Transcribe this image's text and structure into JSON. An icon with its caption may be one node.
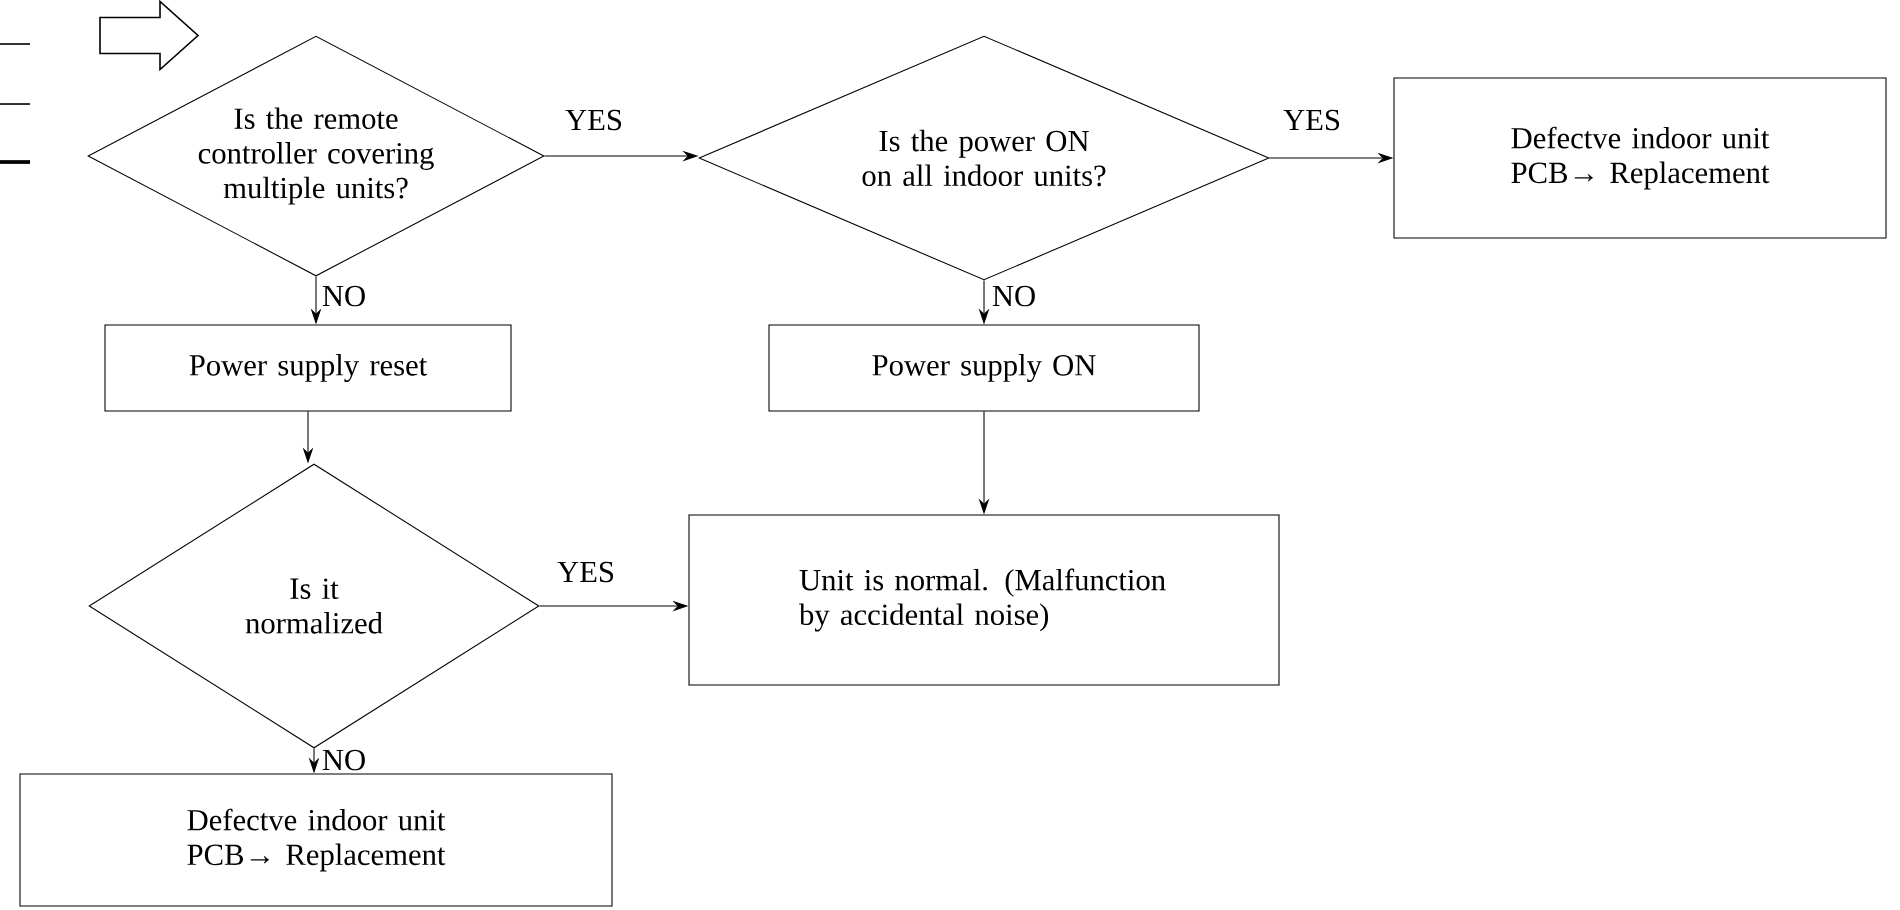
{
  "diagram": {
    "nodes": [
      {
        "text": [
          "Is the remote controller covering multiple units?"
        ]
      },
      {
        "text": [
          "Is the power ON on all indoor units?"
        ]
      },
      {
        "text": [
          "Defectve indoor unit PCB→ Replacement"
        ]
      },
      {
        "text": [
          "Power supply reset"
        ]
      },
      {
        "text": [
          "Power supply ON"
        ]
      },
      {
        "text": [
          "Is it normalized"
        ]
      },
      {
        "text": [
          "Unit is normal. (Malfunction by accidental noise)"
        ]
      },
      {
        "text": [
          "Defectve indoor unit PCB→ Replacement"
        ]
      }
    ],
    "edges": [
      {
        "from": null,
        "to": 0,
        "arrow": "to"
      },
      {
        "from": 0,
        "to": 1,
        "arrow": "to",
        "label": "YES"
      },
      {
        "from": 1,
        "to": 2,
        "arrow": "to",
        "label": "YES"
      },
      {
        "from": 0,
        "to": 3,
        "arrow": "to",
        "label": "NO"
      },
      {
        "from": 1,
        "to": 4,
        "arrow": "to",
        "label": "NO"
      },
      {
        "from": 3,
        "to": 5,
        "arrow": "to"
      },
      {
        "from": 4,
        "to": 6,
        "arrow": "to"
      },
      {
        "from": 5,
        "to": 6,
        "arrow": "to",
        "label": "YES"
      },
      {
        "from": 5,
        "to": 7,
        "arrow": "to",
        "label": "NO"
      }
    ]
  }
}
